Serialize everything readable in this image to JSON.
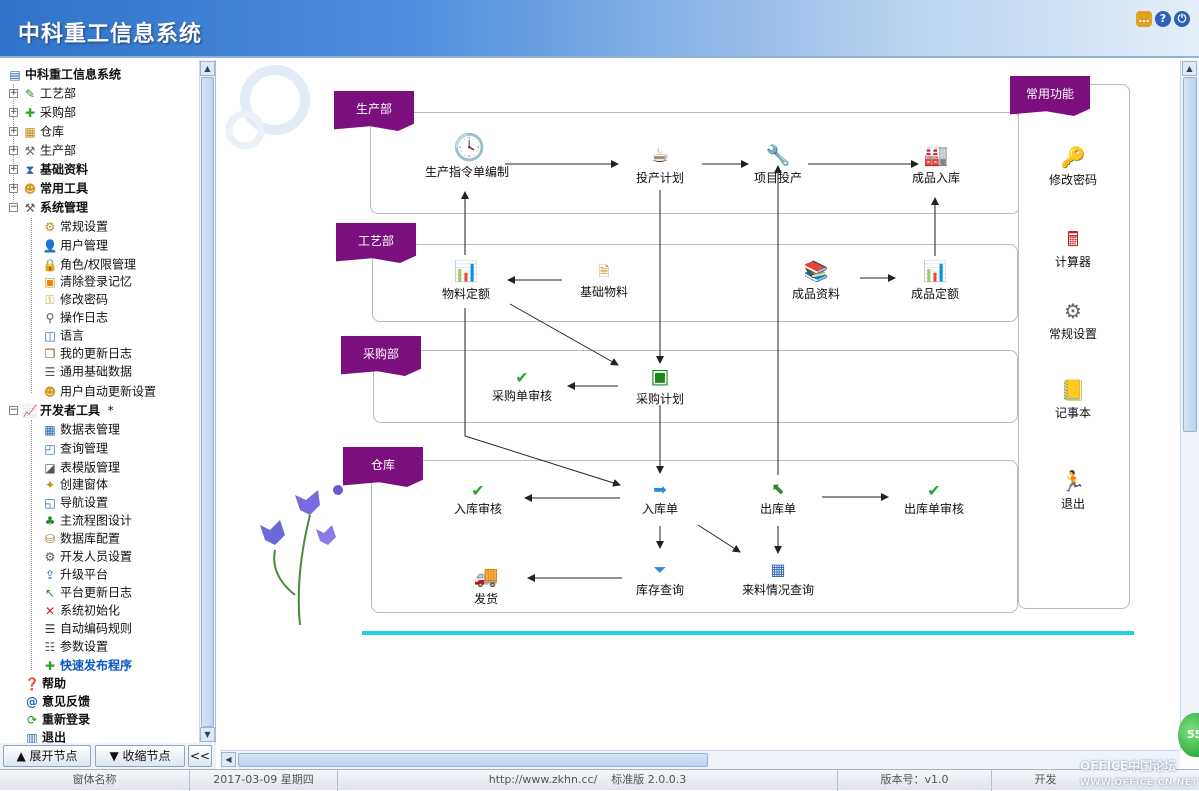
{
  "app": {
    "title": "中科重工信息系统"
  },
  "tree": {
    "root": "中科重工信息系统",
    "items": [
      {
        "label": "工艺部"
      },
      {
        "label": "采购部"
      },
      {
        "label": "仓库"
      },
      {
        "label": "生产部"
      },
      {
        "label": "基础资料"
      },
      {
        "label": "常用工具"
      },
      {
        "label": "系统管理"
      }
    ],
    "sys_children": [
      "常规设置",
      "用户管理",
      "角色/权限管理",
      "清除登录记忆",
      "修改密码",
      "操作日志",
      "语言",
      "我的更新日志",
      "通用基础数据",
      "用户自动更新设置"
    ],
    "dev_label": "开发者工具",
    "dev_star": "*",
    "dev_children": [
      "数据表管理",
      "查询管理",
      "表模版管理",
      "创建窗体",
      "导航设置",
      "主流程图设计",
      "数据库配置",
      "开发人员设置",
      "升级平台",
      "平台更新日志",
      "系统初始化",
      "自动编码规则",
      "参数设置",
      "快速发布程序"
    ],
    "tail": [
      "帮助",
      "意见反馈",
      "重新登录",
      "退出"
    ]
  },
  "tree_buttons": {
    "expand": "展开节点",
    "collapse": "收缩节点",
    "toggle": "<<"
  },
  "sections": {
    "production": "生产部",
    "process": "工艺部",
    "purchasing": "采购部",
    "warehouse": "仓库",
    "common": "常用功能"
  },
  "nodes": {
    "prod_order": "生产指令单编制",
    "prod_plan": "投产计划",
    "project_prod": "项目投产",
    "finished_in": "成品入库",
    "material_quota": "物料定额",
    "basic_material": "基础物料",
    "finished_data": "成品资料",
    "finished_quota": "成品定额",
    "po_review": "采购单审核",
    "purchase_plan": "采购计划",
    "in_review": "入库审核",
    "in_order": "入库单",
    "out_order": "出库单",
    "out_review": "出库单审核",
    "ship": "发货",
    "stock_query": "库存查询",
    "incoming_query": "来料情况查询"
  },
  "common_functions": [
    "修改密码",
    "计算器",
    "常规设置",
    "记事本",
    "退出"
  ],
  "status": {
    "form_name": "窗体名称",
    "date": "2017-03-09 星期四",
    "url": "http://www.zkhn.cc/",
    "edition": "标准版 2.0.0.3",
    "version": "版本号：v1.0",
    "dev": "开发",
    "watermark": "OFFICE中国论坛",
    "watermark_sub": "WWW.OFFICE-CN.NET",
    "badge": "55"
  },
  "colors": {
    "tag": "#7b0f7d",
    "title_start": "#2f72c9",
    "accent_line": "#1fd0e6"
  }
}
